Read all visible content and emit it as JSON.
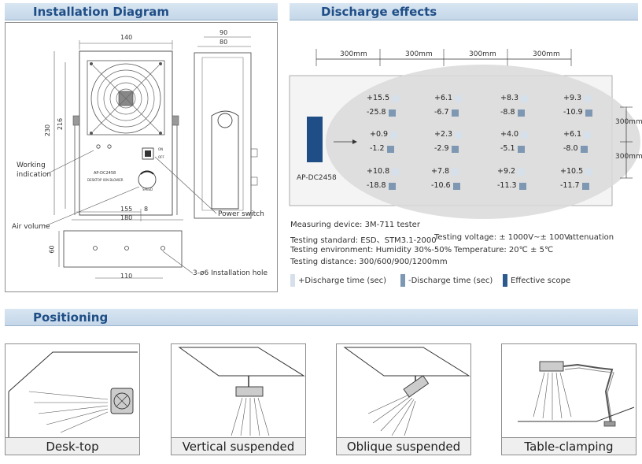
{
  "sections": {
    "installation": "Installation Diagram",
    "discharge": "Discharge effects",
    "positioning": "Positioning"
  },
  "installation": {
    "dims": {
      "w140": "140",
      "w90": "90",
      "w80": "80",
      "h230": "230",
      "h216": "216",
      "w155": "155",
      "w180": "180",
      "h60": "60",
      "w110": "110",
      "s8": "8"
    },
    "labels": {
      "working": "Working",
      "indication": "indication",
      "air_volume": "Air volume",
      "power_switch": "Power switch",
      "holes": "3-ø6 Installation hole",
      "model_plate": "AP-DC2458",
      "plate_sub": "DESKTOP ION BLOWER",
      "switch_on": "ON",
      "switch_off": "OFF",
      "knob": "SPEED"
    }
  },
  "discharge": {
    "distances_top": [
      "300mm",
      "300mm",
      "300mm",
      "300mm"
    ],
    "distances_side": [
      "300mm",
      "300mm"
    ],
    "model": "AP-DC2458",
    "grid": [
      [
        [
          "+15.5",
          "-25.8"
        ],
        [
          "+6.1",
          "-6.7"
        ],
        [
          "+8.3",
          "-8.8"
        ],
        [
          "+9.3",
          "-10.9"
        ]
      ],
      [
        [
          "+0.9",
          "-1.2"
        ],
        [
          "+2.3",
          "-2.9"
        ],
        [
          "+4.0",
          "-5.1"
        ],
        [
          "+6.1",
          "-8.0"
        ]
      ],
      [
        [
          "+10.8",
          "-18.8"
        ],
        [
          "+7.8",
          "-10.6"
        ],
        [
          "+9.2",
          "-11.3"
        ],
        [
          "+10.5",
          "-11.7"
        ]
      ]
    ],
    "info": {
      "device": "Measuring device: 3M-711 tester",
      "standard": "Testing standard: ESD、STM3.1-2000",
      "voltage": "Testing voltage: ± 1000V~± 100V",
      "attenuation": "attenuation",
      "environment": "Testing environment: Humidity 30%-50%",
      "temperature": "Temperature: 20℃ ± 5℃",
      "distance": "Testing distance: 300/600/900/1200mm"
    },
    "legend": {
      "plus": "+Discharge time (sec)",
      "minus": "-Discharge time (sec)",
      "effective": "Effective scope"
    },
    "colors": {
      "plus": "#d6e0eb",
      "minus": "#7e97b3",
      "effective": "#2b5a8c",
      "device": "#1f4e86"
    }
  },
  "positioning": {
    "items": [
      {
        "caption": "Desk-top"
      },
      {
        "caption": "Vertical suspended"
      },
      {
        "caption": "Oblique suspended"
      },
      {
        "caption": "Table-clamping"
      }
    ]
  }
}
